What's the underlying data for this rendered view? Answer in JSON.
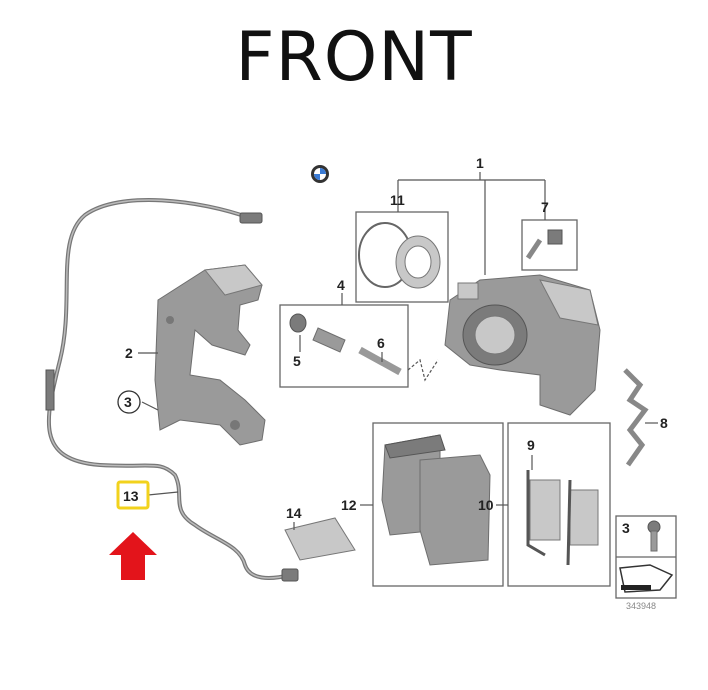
{
  "title": "FRONT",
  "diagram_number": "343948",
  "callouts": {
    "caliper": "1",
    "carrier": "2",
    "carrier_bolt_circled": "3",
    "guide_bolt_kit": "4",
    "bushing": "5",
    "guide_pin": "6",
    "bleeder_valve": "7",
    "spring_clip": "8",
    "wear_sensor_clip": "9",
    "pad_clip_set": "10",
    "piston_seal_kit": "11",
    "brake_pads": "12",
    "wear_sensor": "13",
    "grease_packet": "14",
    "bolt": "3"
  },
  "colors": {
    "highlight_box": "#f2d21c",
    "arrow": "#e3141b"
  }
}
